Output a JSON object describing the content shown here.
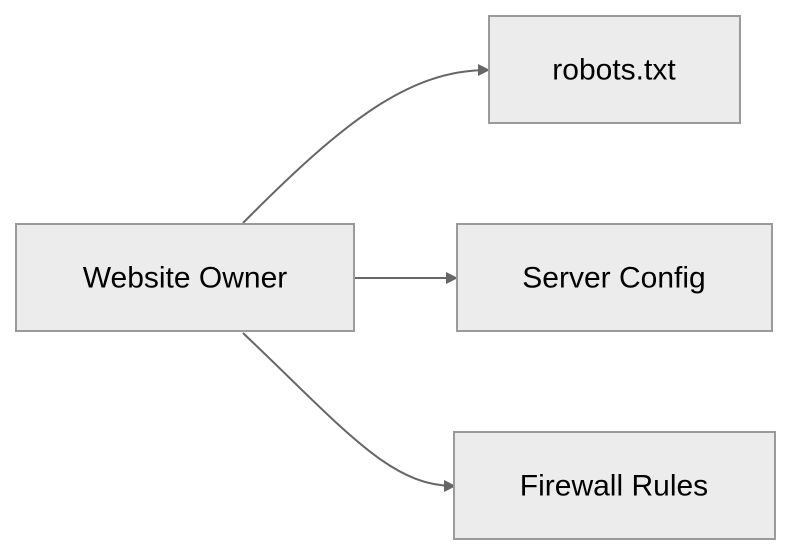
{
  "diagram": {
    "nodes": {
      "owner": {
        "label": "Website Owner"
      },
      "robots": {
        "label": "robots.txt"
      },
      "server": {
        "label": "Server Config"
      },
      "firewall": {
        "label": "Firewall Rules"
      }
    },
    "edges": [
      {
        "from": "owner",
        "to": "robots"
      },
      {
        "from": "owner",
        "to": "server"
      },
      {
        "from": "owner",
        "to": "firewall"
      }
    ],
    "colors": {
      "node_fill": "#ececec",
      "node_border": "#9a9a9a",
      "edge": "#666666",
      "text": "#000000"
    }
  }
}
